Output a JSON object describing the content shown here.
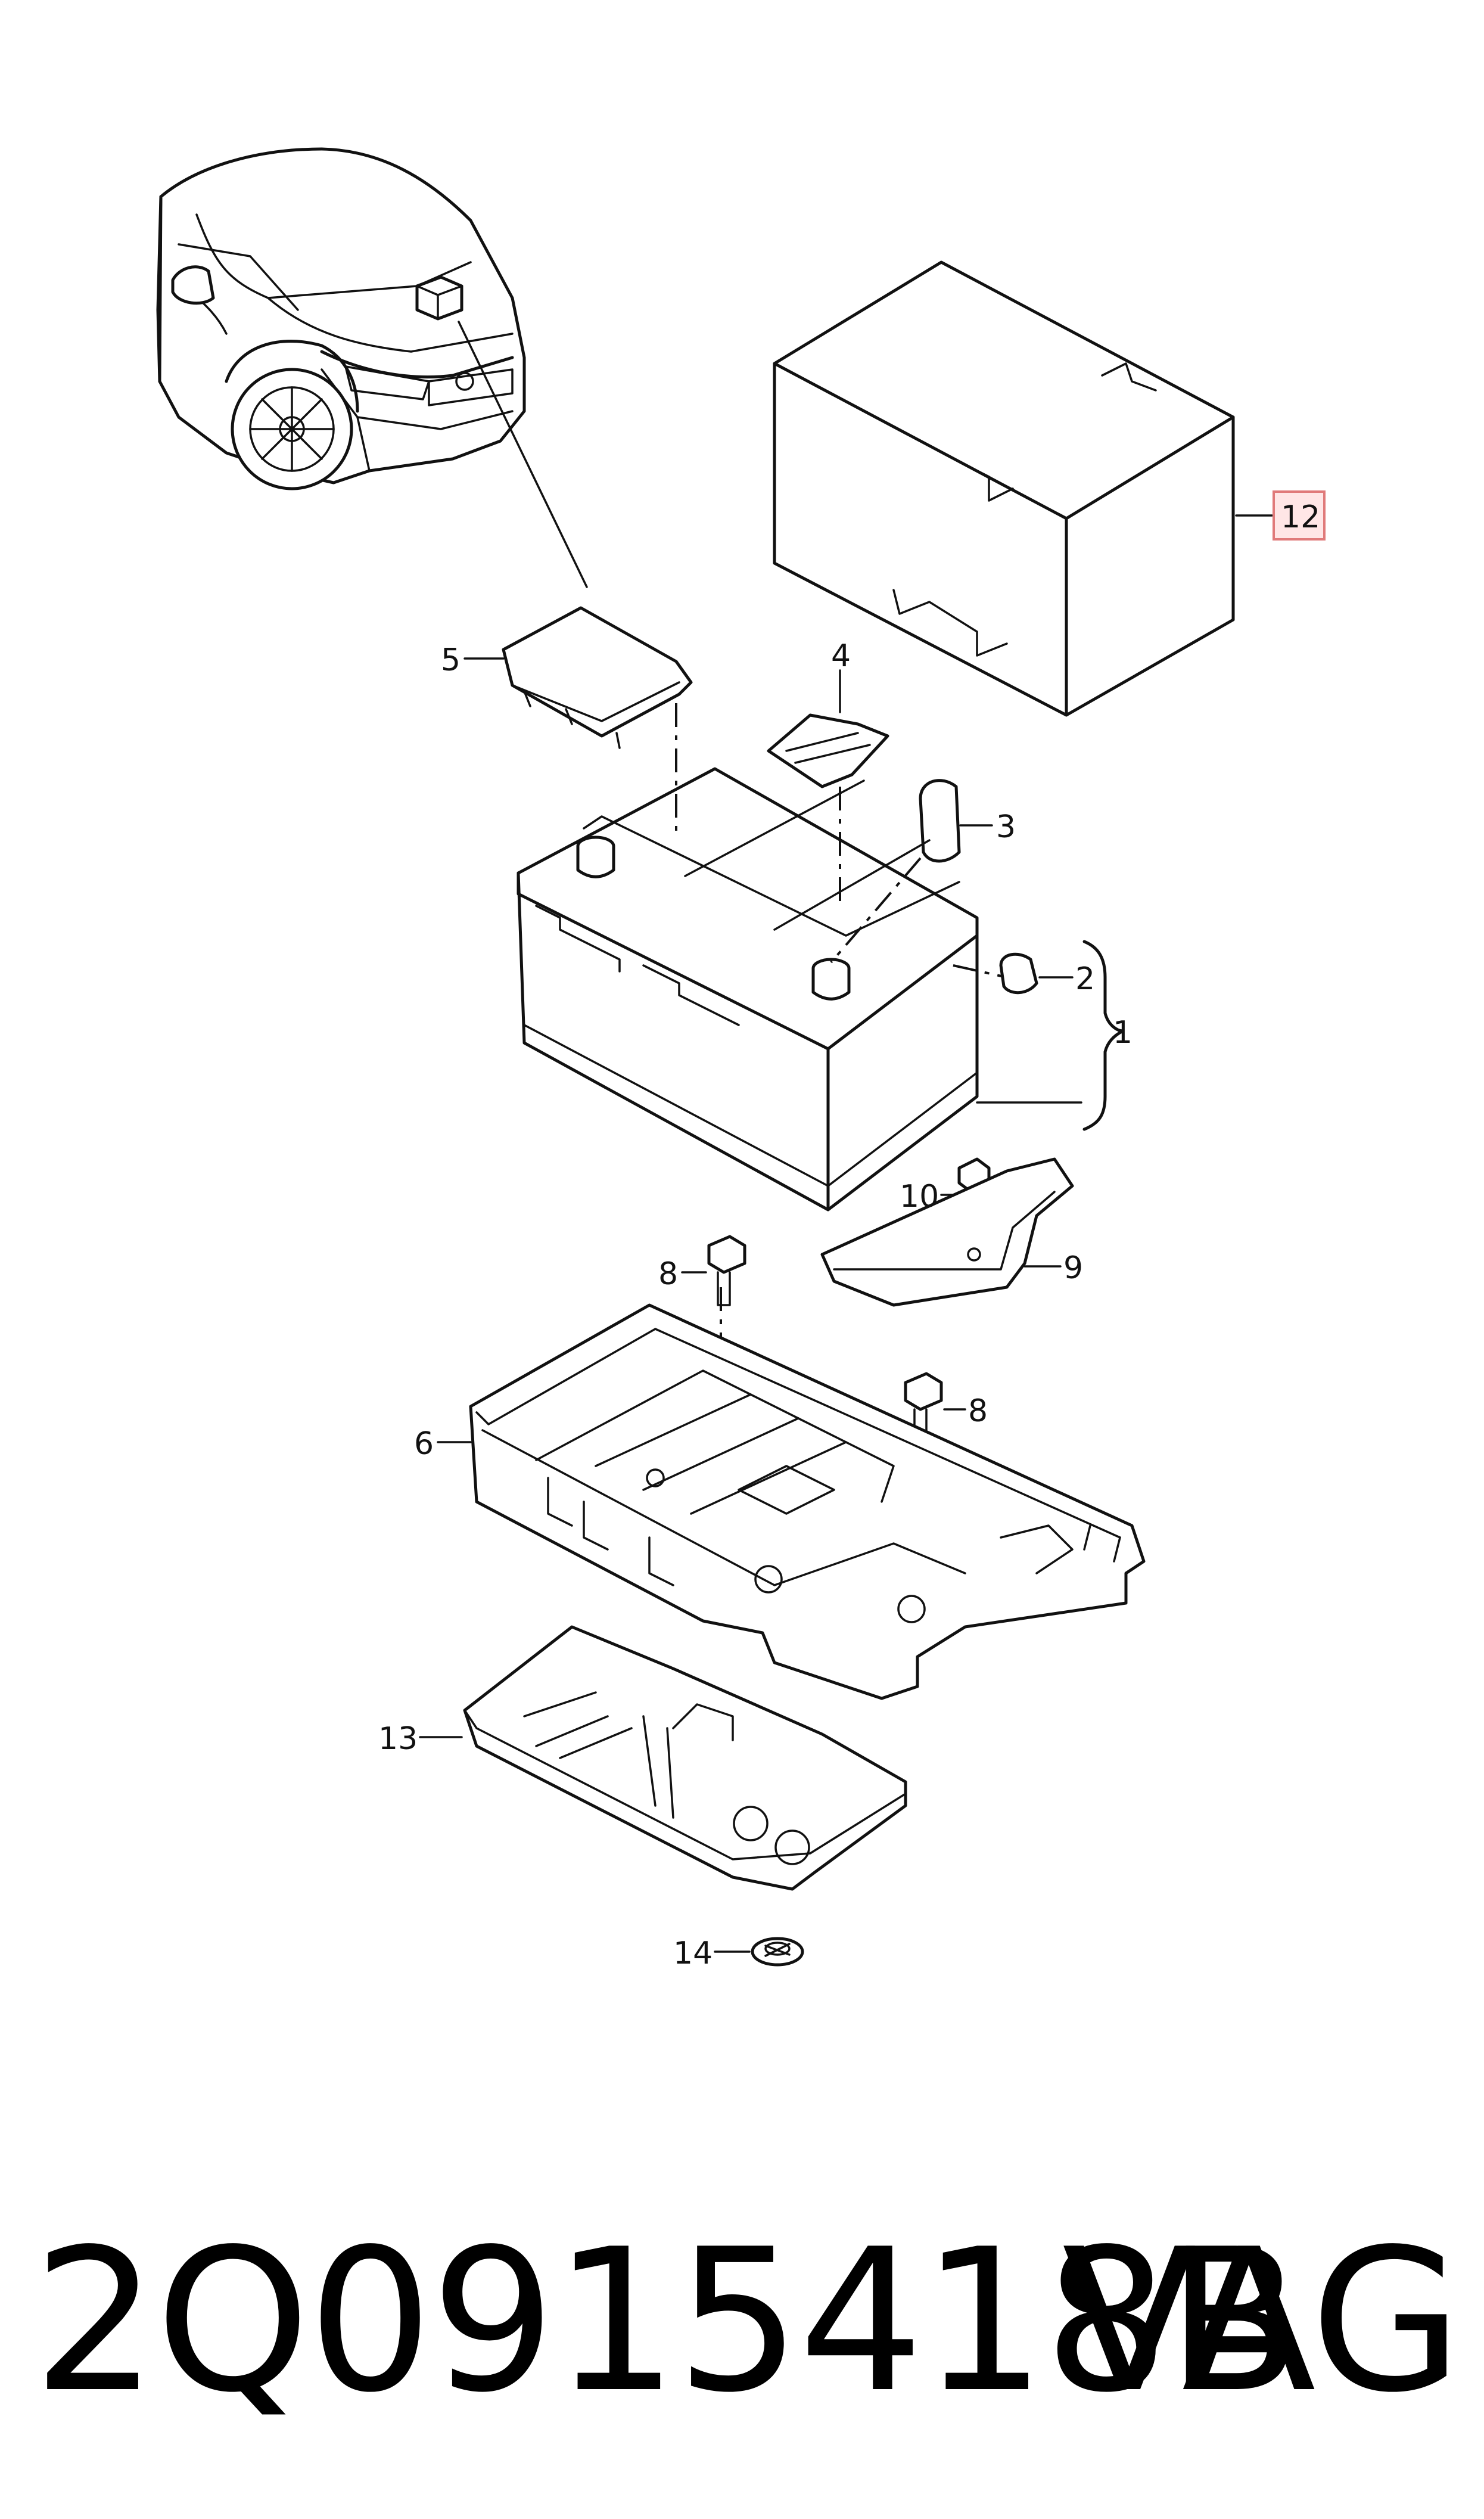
{
  "diagram": {
    "callouts": {
      "c1": "1",
      "c2": "2",
      "c3": "3",
      "c4": "4",
      "c5": "5",
      "c6": "6",
      "c8a": "8",
      "c8b": "8",
      "c9": "9",
      "c10": "10",
      "c12": "12",
      "c13": "13",
      "c14": "14"
    },
    "highlighted_callout": "12",
    "highlight_color": "#ffe6e6"
  },
  "footer": {
    "part_number": "2Q0915418B",
    "brand": "VAG"
  }
}
